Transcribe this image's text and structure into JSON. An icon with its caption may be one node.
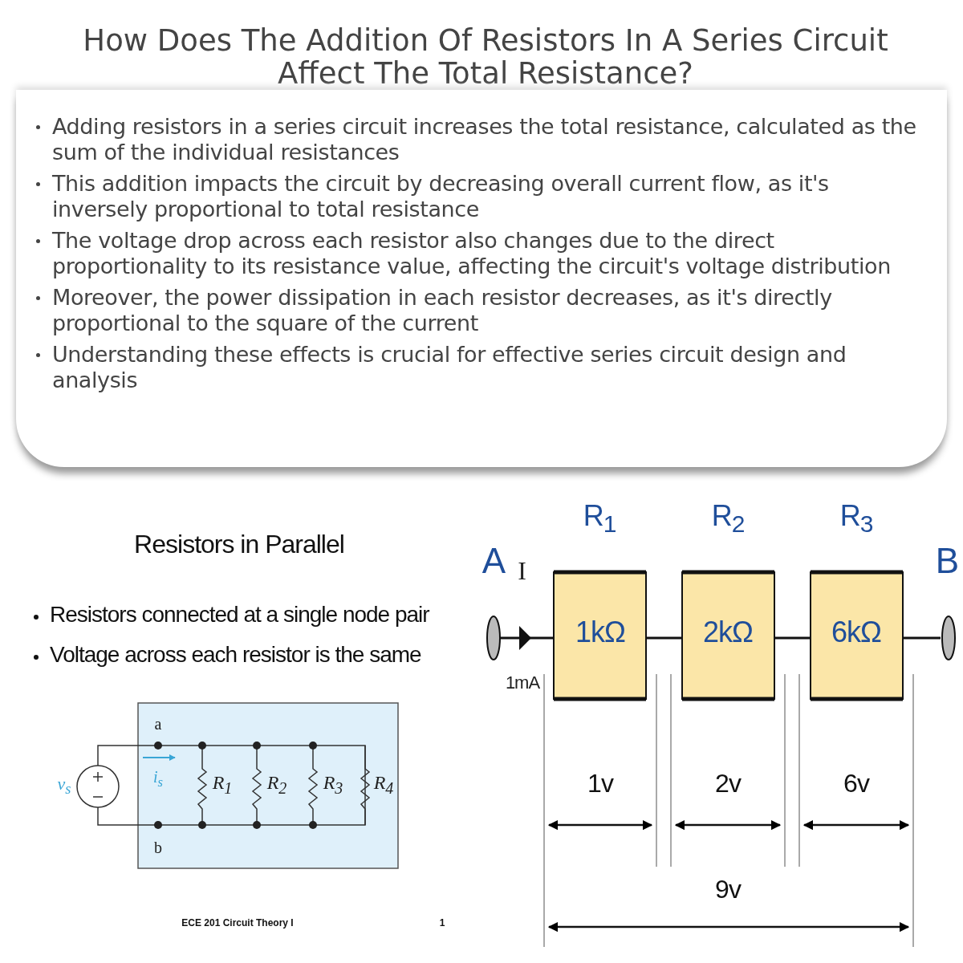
{
  "diagram": {
    "title": "How Does The Addition Of Resistors In A Series Circuit Affect The Total Resistance?",
    "labels": [
      "Adding resistors in a series circuit increases the total resistance, calculated as the sum of the individual resistances",
      "This addition impacts the circuit by decreasing overall current flow, as it's inversely proportional to total resistance",
      "The voltage drop across each resistor also changes due to the direct proportionality to its resistance value, affecting the circuit's voltage distribution",
      "Moreover, the power dissipation in each resistor decreases, as it's directly proportional to the square of the current",
      "Understanding these effects is crucial for effective series circuit design and analysis",
      "Resistors in Parallel",
      "Resistors connected at a single node pair",
      "Voltage across each resistor is the same",
      "a",
      "v$_{s}$",
      "i$_{s}$",
      "R$_{1}$",
      "R$_{2}$",
      "R$_{3}$",
      "R$_{4}$",
      "b",
      "ECE 201 Circuit Theory I",
      "1",
      "A",
      "I",
      "R$_{1}$",
      "R$_{2}$",
      "R$_{3}$",
      "B",
      "1kΩ",
      "2kΩ",
      "6kΩ",
      "1mA",
      "1v",
      "2v",
      "6v",
      "9v"
    ]
  }
}
